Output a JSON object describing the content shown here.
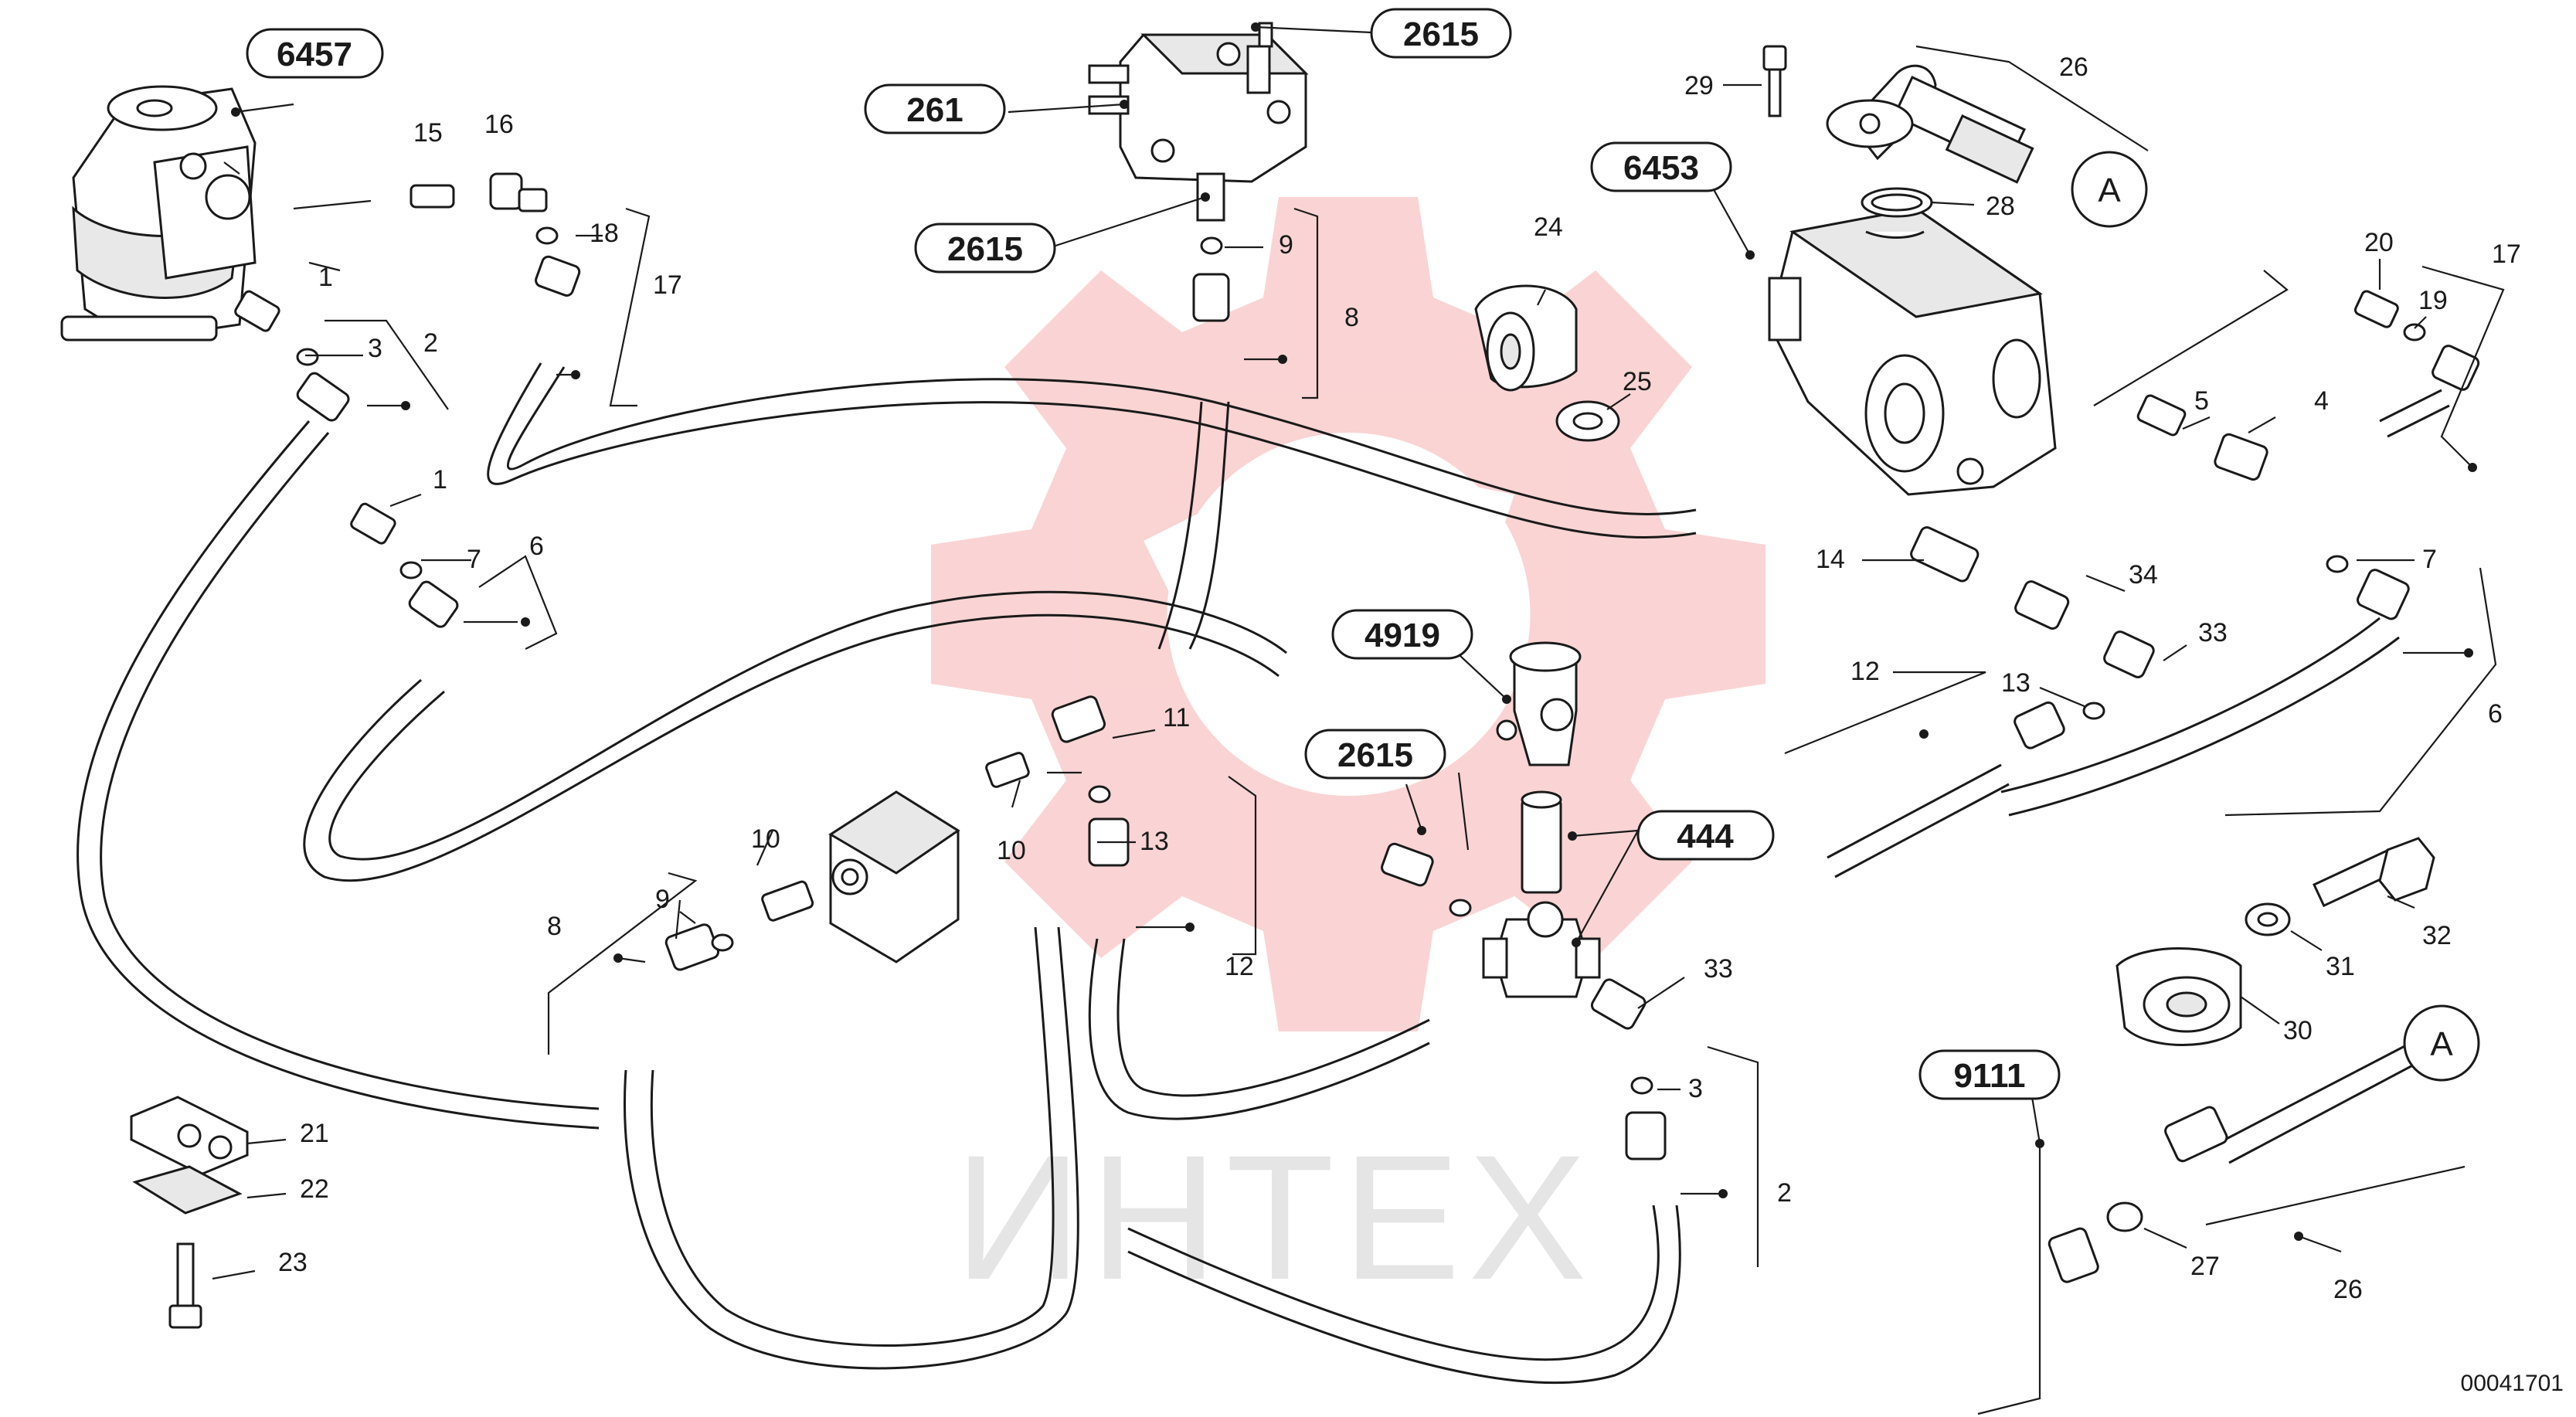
{
  "watermark": {
    "text": "ИНТЕХ",
    "gear_color": "#f4a0a0",
    "text_color": "#d0d0d0"
  },
  "drawing_id": "00041701",
  "assembly_tags": [
    {
      "id": "tag-6457",
      "label": "6457"
    },
    {
      "id": "tag-261",
      "label": "261"
    },
    {
      "id": "tag-2615-top",
      "label": "2615"
    },
    {
      "id": "tag-2615-left",
      "label": "2615"
    },
    {
      "id": "tag-2615-mid",
      "label": "2615"
    },
    {
      "id": "tag-6453",
      "label": "6453"
    },
    {
      "id": "tag-4919",
      "label": "4919"
    },
    {
      "id": "tag-444",
      "label": "444"
    },
    {
      "id": "tag-9111",
      "label": "9111"
    }
  ],
  "connector_labels": [
    {
      "id": "conn-a-top",
      "label": "A"
    },
    {
      "id": "conn-a-bottom",
      "label": "A"
    }
  ],
  "part_numbers": [
    "15",
    "16",
    "18",
    "17",
    "1",
    "3",
    "2",
    "1",
    "7",
    "6",
    "9",
    "8",
    "24",
    "25",
    "29",
    "26",
    "28",
    "20",
    "17",
    "19",
    "5",
    "4",
    "14",
    "34",
    "33",
    "7",
    "12",
    "13",
    "6",
    "11",
    "13",
    "10",
    "10",
    "12",
    "9",
    "8",
    "33",
    "3",
    "2",
    "21",
    "22",
    "23",
    "32",
    "31",
    "30",
    "27",
    "26"
  ]
}
